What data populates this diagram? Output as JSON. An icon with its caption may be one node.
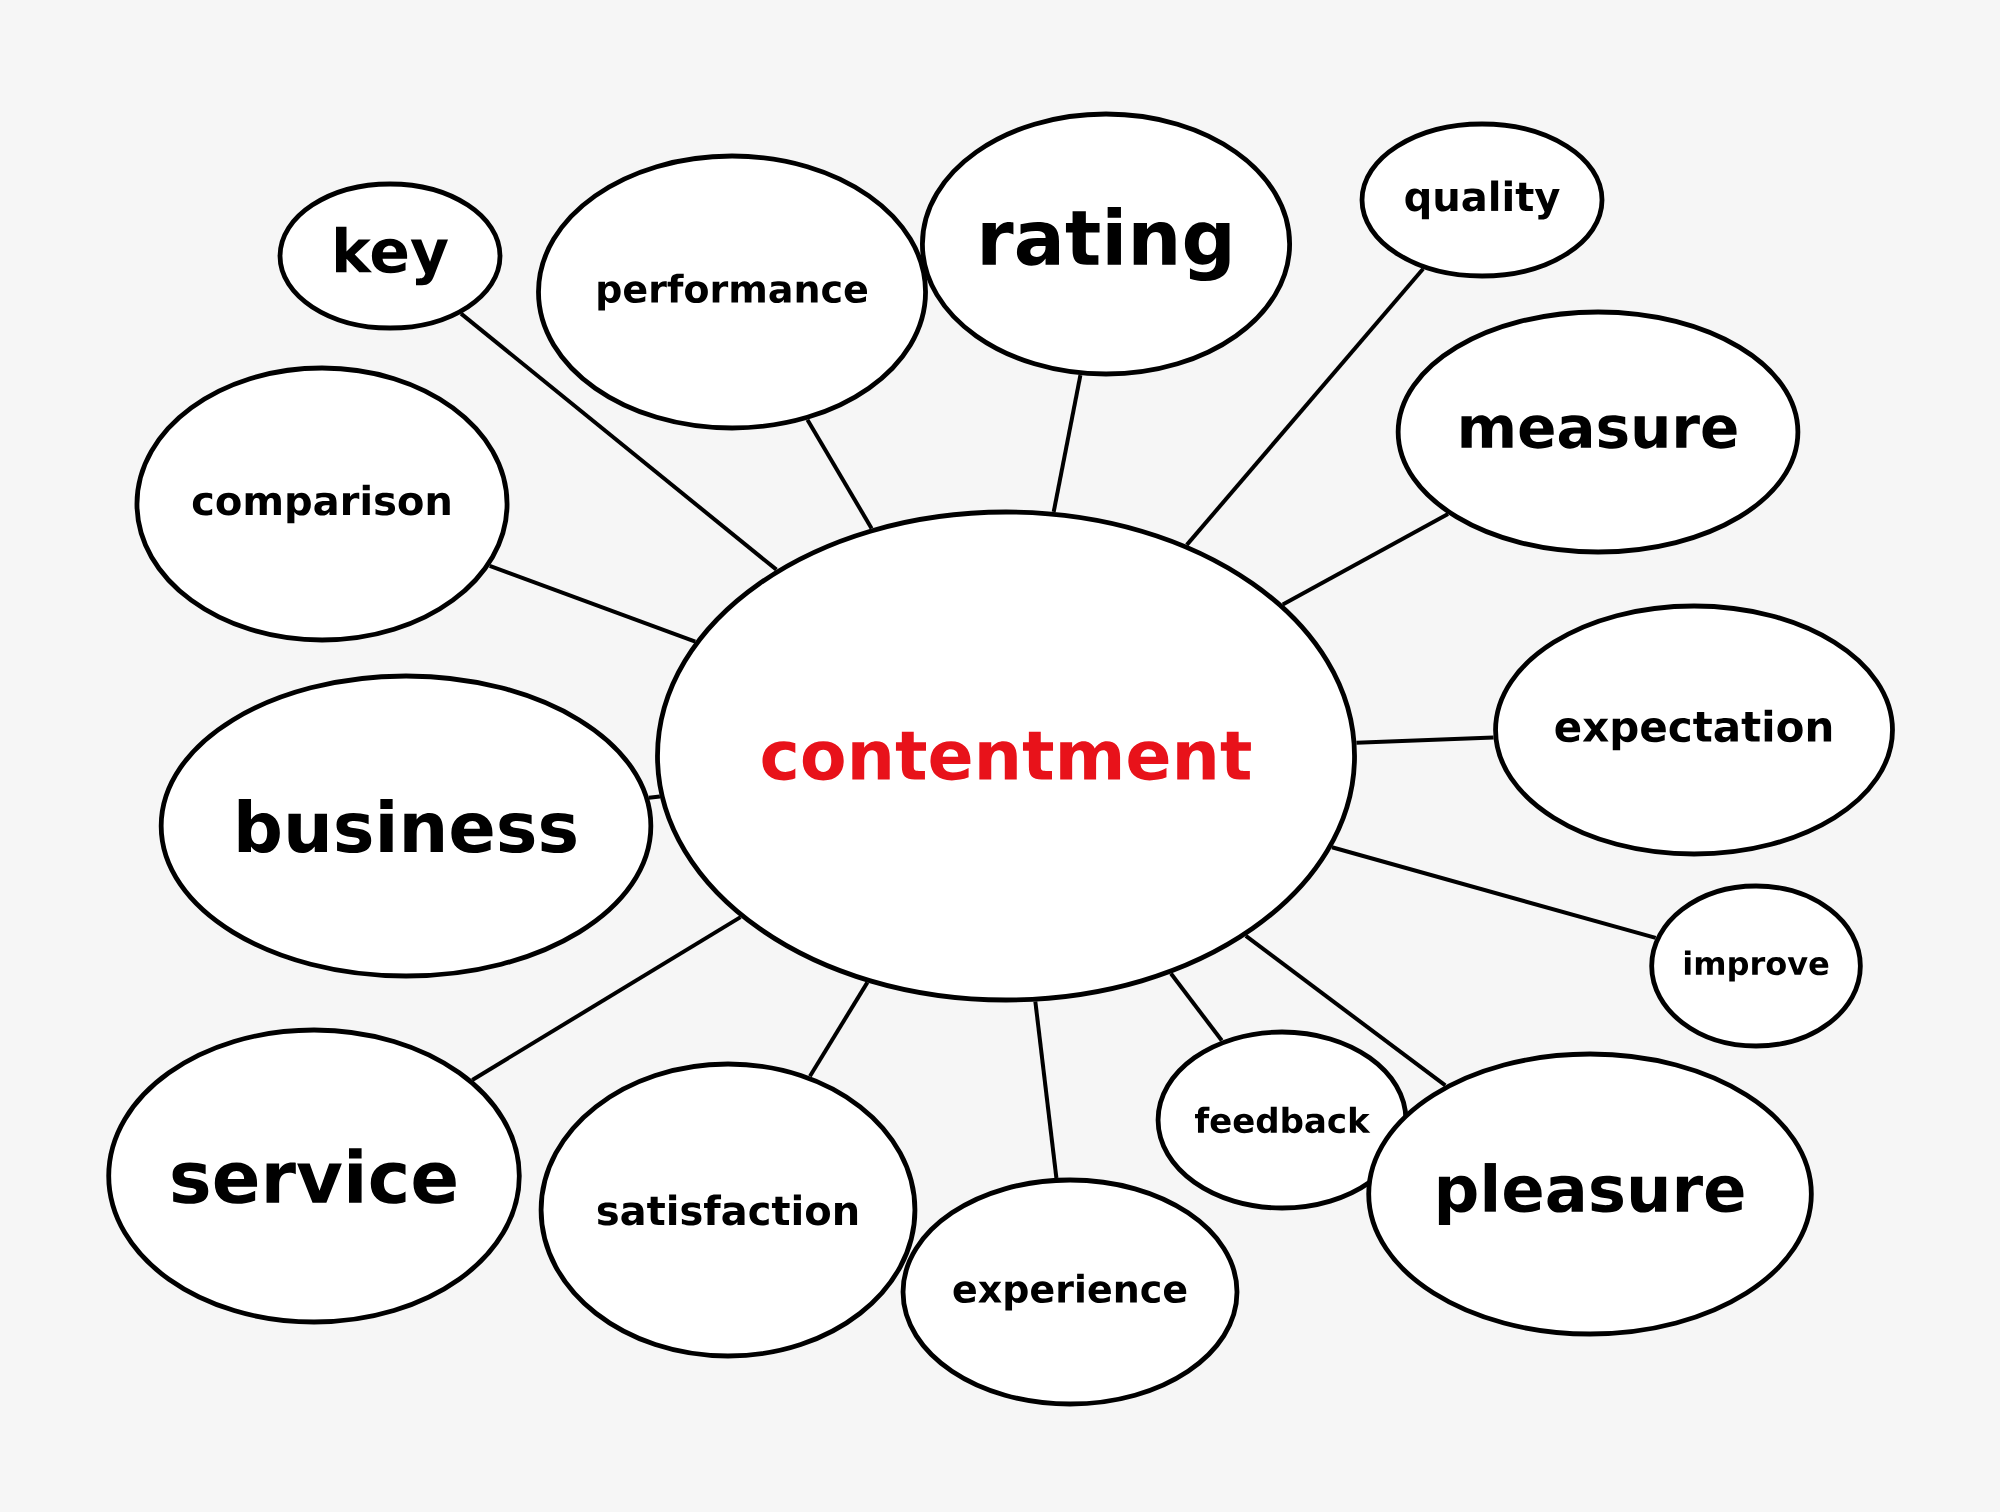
{
  "diagram": {
    "nodes": [
      {
        "text": [
          "contentment"
        ]
      },
      {
        "text": [
          "key"
        ]
      },
      {
        "text": [
          "performance"
        ]
      },
      {
        "text": [
          "rating"
        ]
      },
      {
        "text": [
          "quality"
        ]
      },
      {
        "text": [
          "comparison"
        ]
      },
      {
        "text": [
          "measure"
        ]
      },
      {
        "text": [
          "business"
        ]
      },
      {
        "text": [
          "expectation"
        ]
      },
      {
        "text": [
          "improve"
        ]
      },
      {
        "text": [
          "service"
        ]
      },
      {
        "text": [
          "satisfaction"
        ]
      },
      {
        "text": [
          "experience"
        ]
      },
      {
        "text": [
          "feedback"
        ]
      },
      {
        "text": [
          "pleasure"
        ]
      }
    ],
    "edges": [
      {
        "from": 0,
        "to": 1,
        "arrow": "none"
      },
      {
        "from": 0,
        "to": 2,
        "arrow": "none"
      },
      {
        "from": 0,
        "to": 3,
        "arrow": "none"
      },
      {
        "from": 0,
        "to": 4,
        "arrow": "none"
      },
      {
        "from": 0,
        "to": 5,
        "arrow": "none"
      },
      {
        "from": 0,
        "to": 6,
        "arrow": "none"
      },
      {
        "from": 0,
        "to": 7,
        "arrow": "none"
      },
      {
        "from": 0,
        "to": 8,
        "arrow": "none"
      },
      {
        "from": 0,
        "to": 9,
        "arrow": "none"
      },
      {
        "from": 0,
        "to": 10,
        "arrow": "none"
      },
      {
        "from": 0,
        "to": 11,
        "arrow": "none"
      },
      {
        "from": 0,
        "to": 12,
        "arrow": "none"
      },
      {
        "from": 0,
        "to": 13,
        "arrow": "none"
      },
      {
        "from": 0,
        "to": 14,
        "arrow": "none"
      }
    ]
  }
}
